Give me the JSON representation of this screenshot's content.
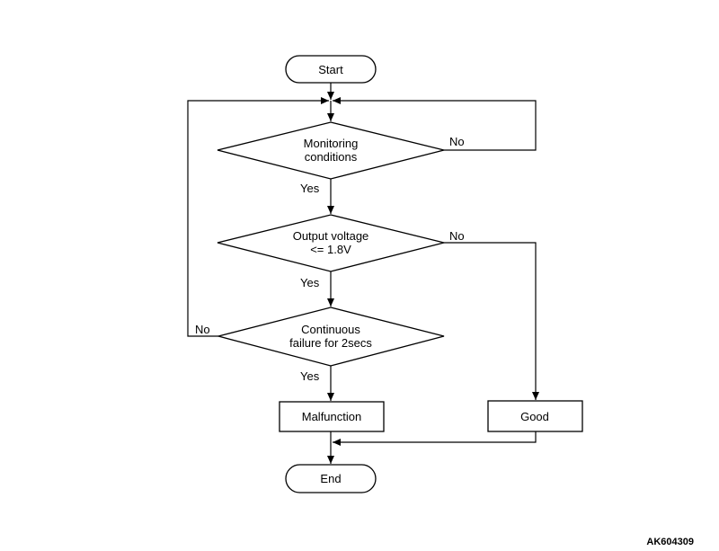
{
  "nodes": {
    "start": "Start",
    "monitoring": [
      "Monitoring",
      "conditions"
    ],
    "voltage": [
      "Output voltage",
      "<= 1.8V"
    ],
    "continuous": [
      "Continuous",
      "failure for 2secs"
    ],
    "malfunction": "Malfunction",
    "good": "Good",
    "end": "End"
  },
  "edges": {
    "monitoring_yes": "Yes",
    "monitoring_no": "No",
    "voltage_yes": "Yes",
    "voltage_no": "No",
    "continuous_yes": "Yes",
    "continuous_no": "No"
  },
  "figure_id": "AK604309"
}
